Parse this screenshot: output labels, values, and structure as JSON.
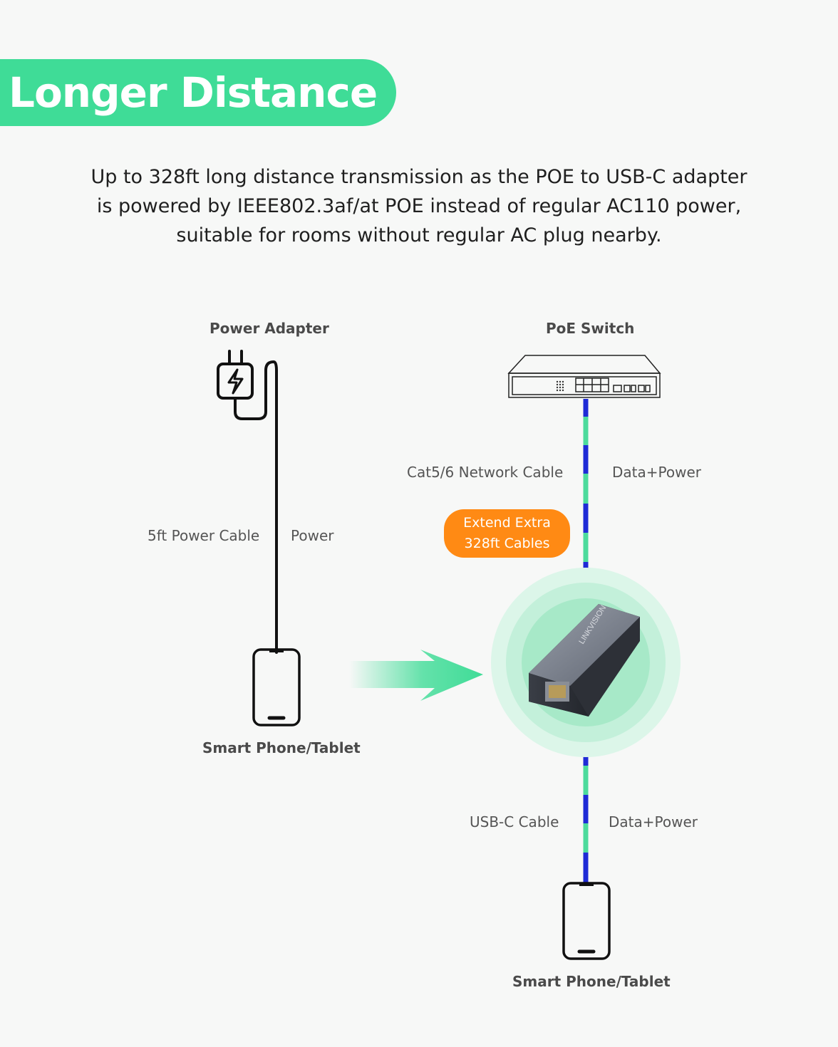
{
  "title": "Longer Distance",
  "description": [
    "Up to 328ft long distance transmission as the POE to USB-C adapter",
    "is powered by IEEE802.3af/at POE instead of regular AC110 power,",
    "suitable for rooms without regular AC plug nearby."
  ],
  "left": {
    "top_label": "Power Adapter",
    "cable_label": "5ft Power Cable",
    "signal_label": "Power",
    "device_label": "Smart Phone/Tablet",
    "icons": [
      "power-plug-icon",
      "phone-icon"
    ]
  },
  "right": {
    "top_label": "PoE Switch",
    "upper_cable_label": "Cat5/6 Network Cable",
    "upper_signal_label": "Data+Power",
    "highlight_lines": [
      "Extend Extra",
      "328ft Cables"
    ],
    "lower_cable_label": "USB-C Cable",
    "lower_signal_label": "Data+Power",
    "device_label": "Smart Phone/Tablet",
    "icons": [
      "poe-switch-icon",
      "poe-adapter-icon",
      "phone-icon"
    ]
  },
  "colors": {
    "banner": "#3fdc97",
    "highlight": "#ff8a14",
    "cable_blue": "#1f2bd6",
    "cable_green": "#4ddb9c",
    "arrow": "#3fdc97",
    "glow": "#c9f3de"
  }
}
